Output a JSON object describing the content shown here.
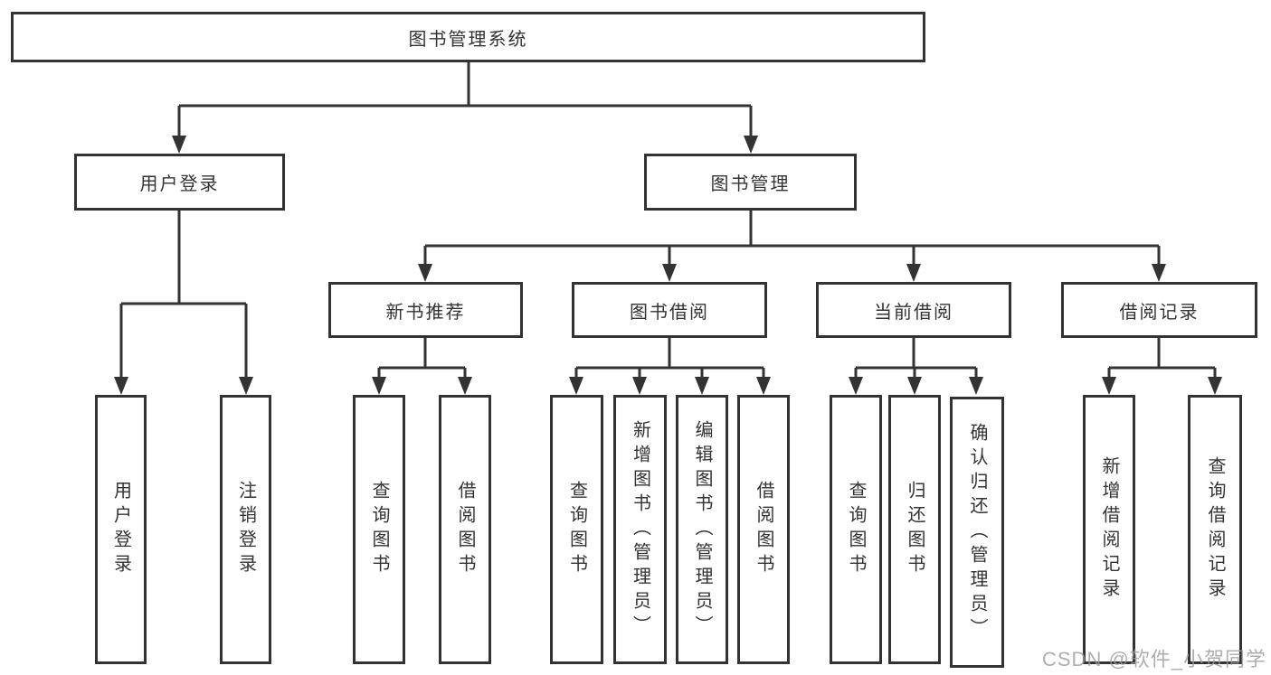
{
  "tree": {
    "root": {
      "label": "图书管理系统"
    },
    "branches": [
      {
        "label": "用户登录",
        "children": [
          {
            "label": "用户登录"
          },
          {
            "label": "注销登录"
          }
        ]
      },
      {
        "label": "图书管理",
        "children": [
          {
            "label": "新书推荐",
            "children": [
              {
                "label": "查询图书"
              },
              {
                "label": "借阅图书"
              }
            ]
          },
          {
            "label": "图书借阅",
            "children": [
              {
                "label": "查询图书"
              },
              {
                "label": "新增图书（管理员）"
              },
              {
                "label": "编辑图书（管理员）"
              },
              {
                "label": "借阅图书"
              }
            ]
          },
          {
            "label": "当前借阅",
            "children": [
              {
                "label": "查询图书"
              },
              {
                "label": "归还图书"
              },
              {
                "label": "确认归还（管理员）"
              }
            ]
          },
          {
            "label": "借阅记录",
            "children": [
              {
                "label": "新增借阅记录"
              },
              {
                "label": "查询借阅记录"
              }
            ]
          }
        ]
      }
    ]
  },
  "watermark": {
    "text": "CSDN @软件_小贺同学"
  },
  "colors": {
    "line": "#333333",
    "text": "#333333",
    "background": "#ffffff",
    "watermark": "#9a9a9a"
  }
}
